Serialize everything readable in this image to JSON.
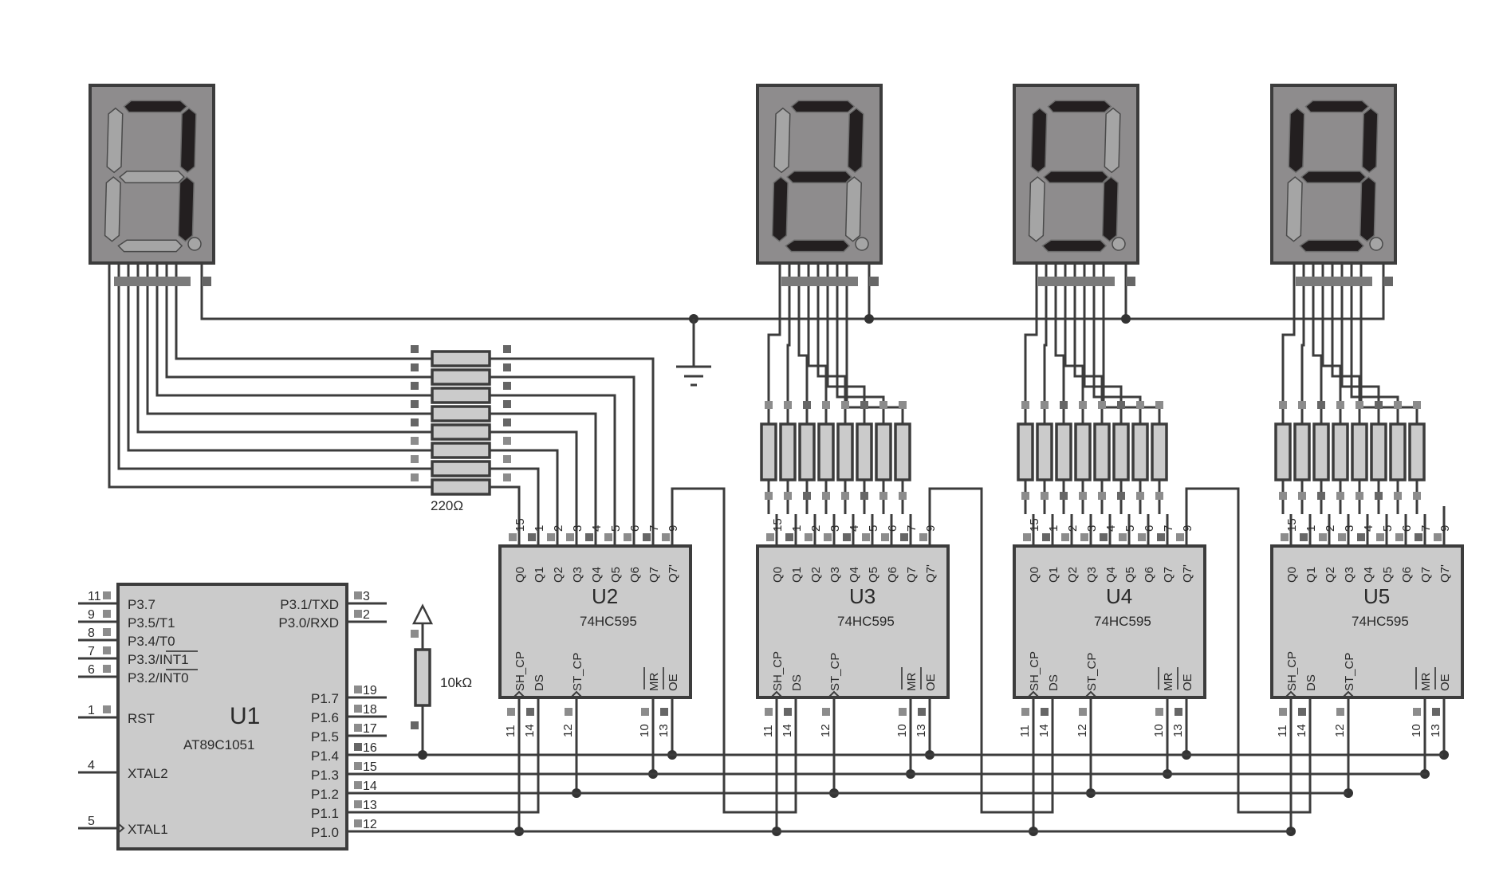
{
  "title": "AT89C1051 driving four 7-segment displays via 74HC595 shift registers",
  "colors": {
    "wire": "#3c3c3c",
    "chip_fill": "#cbcbcb",
    "display_fill": "#8e8c8d",
    "segment_on": "#231f20",
    "segment_off": "#a5a5a5"
  },
  "displays": [
    {
      "id": "display-1",
      "digit": "7",
      "segments_on": [
        "a",
        "b",
        "c"
      ]
    },
    {
      "id": "display-2",
      "digit": "2",
      "segments_on": [
        "a",
        "b",
        "g",
        "e",
        "d"
      ]
    },
    {
      "id": "display-3",
      "digit": "5",
      "segments_on": [
        "a",
        "f",
        "g",
        "c",
        "d"
      ]
    },
    {
      "id": "display-4",
      "digit": "9",
      "segments_on": [
        "a",
        "b",
        "f",
        "g",
        "c",
        "d"
      ]
    }
  ],
  "mcu": {
    "ref": "U1",
    "part": "AT89C1051",
    "left_pins": [
      {
        "num": "11",
        "label": "P3.7"
      },
      {
        "num": "9",
        "label": "P3.5/T1"
      },
      {
        "num": "8",
        "label": "P3.4/T0"
      },
      {
        "num": "7",
        "label": "P3.3/INT1"
      },
      {
        "num": "6",
        "label": "P3.2/INT0"
      },
      {
        "num": "1",
        "label": "RST"
      },
      {
        "num": "4",
        "label": "XTAL2"
      },
      {
        "num": "5",
        "label": "XTAL1"
      }
    ],
    "right_pins": [
      {
        "num": "3",
        "label": "P3.1/TXD"
      },
      {
        "num": "2",
        "label": "P3.0/RXD"
      },
      {
        "num": "19",
        "label": "P1.7"
      },
      {
        "num": "18",
        "label": "P1.6"
      },
      {
        "num": "17",
        "label": "P1.5"
      },
      {
        "num": "16",
        "label": "P1.4"
      },
      {
        "num": "15",
        "label": "P1.3"
      },
      {
        "num": "14",
        "label": "P1.2"
      },
      {
        "num": "13",
        "label": "P1.1"
      },
      {
        "num": "12",
        "label": "P1.0"
      }
    ]
  },
  "shift_registers": [
    {
      "ref": "U2",
      "part": "74HC595"
    },
    {
      "ref": "U3",
      "part": "74HC595"
    },
    {
      "ref": "U4",
      "part": "74HC595"
    },
    {
      "ref": "U5",
      "part": "74HC595"
    }
  ],
  "sr_top_pins": [
    {
      "num": "15",
      "label": "Q0"
    },
    {
      "num": "1",
      "label": "Q1"
    },
    {
      "num": "2",
      "label": "Q2"
    },
    {
      "num": "3",
      "label": "Q3"
    },
    {
      "num": "4",
      "label": "Q4"
    },
    {
      "num": "5",
      "label": "Q5"
    },
    {
      "num": "6",
      "label": "Q6"
    },
    {
      "num": "7",
      "label": "Q7"
    },
    {
      "num": "9",
      "label": "Q7'"
    }
  ],
  "sr_bottom_pins": [
    {
      "num": "11",
      "label": "SH_CP"
    },
    {
      "num": "14",
      "label": "DS"
    },
    {
      "num": "12",
      "label": "ST_CP"
    },
    {
      "num": "10",
      "label": "MR"
    },
    {
      "num": "13",
      "label": "OE"
    }
  ],
  "resistors": {
    "segment_value": "220Ω",
    "pullup_value": "10kΩ"
  }
}
